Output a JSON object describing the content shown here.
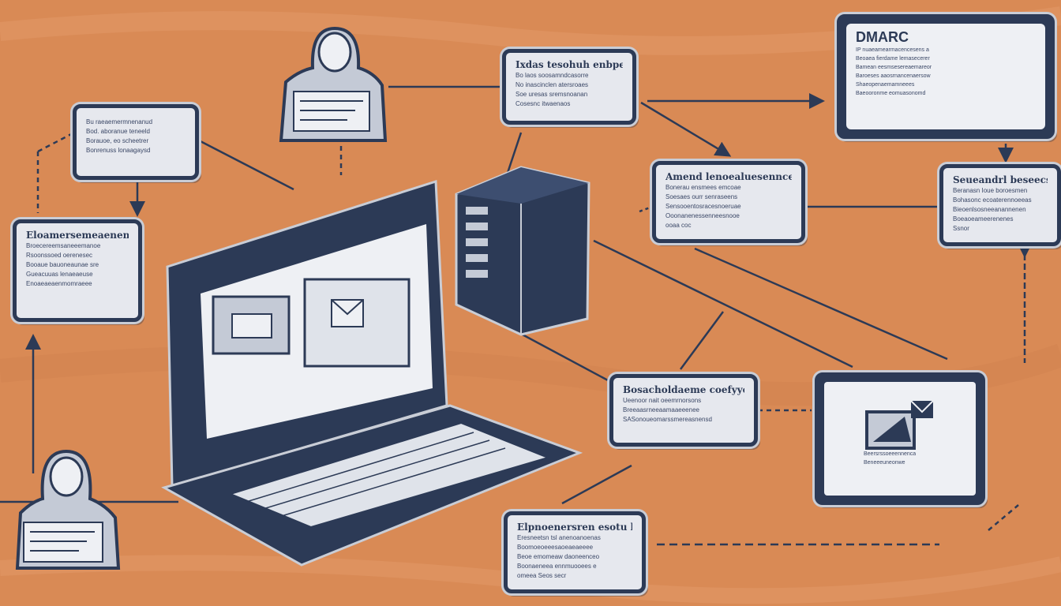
{
  "colors": {
    "background": "#d98a55",
    "navy": "#2c3a56",
    "card": "#e6e8ee",
    "screen": "#eef0f4"
  },
  "icons": [
    "hooded-figure-icon",
    "laptop-icon",
    "server-tower-icon",
    "email-icon",
    "email-window-icon"
  ],
  "cards": {
    "top_left": {
      "lines": [
        "Bu raeaemermnenanud",
        "Bod. aboranue teneeld",
        "Borauoe, eo scheetrer",
        "Bonrenuss lonaagaysd"
      ]
    },
    "top_center": {
      "title": "Ixdas tesohuh enbpesress",
      "lines": [
        "Bo laos soosamndcasorre",
        "No inascinclen atersroaes",
        "Soe uresas sremsnoanan",
        "Cosesnc itwaenaos"
      ]
    },
    "dmarc": {
      "title": "DMARC",
      "lines": [
        "IP nuaeamearmacencesens a",
        "Beoaea fierdame lemasecerer",
        "Bamean eesmsesereaemareor",
        "Baroeses aaosrnancenaersow",
        "Shaeopenaemamneees",
        "Baeooronme eomuasonomd"
      ]
    },
    "left": {
      "title": "Eloamersemeaenenocele",
      "lines": [
        "Broecereemsaneeemanoe",
        "Rsoonssoed oerenesec",
        "Booaue bauoneaunae sre",
        "Gueacuuas lenaeaeuse",
        "Enoaeaeaenmomraeee"
      ]
    },
    "center": {
      "title": "Amend lenoealuesennces",
      "lines": [
        "Bonerau ensmees emcoae",
        "Soesaes ourr senraseens",
        "Sensooentosracesnoeruae",
        "Ooonanenessenneesnooe",
        "ooaa coc"
      ]
    },
    "right": {
      "title": "Seueandrl beseecs Cenes",
      "lines": [
        "Beranasn Ioue boroesmen",
        "Bohasonc ecoaterennoeeas",
        "Bieoenlsosneeanannenen",
        "Boeaoeameerenenes",
        "Ssnor"
      ]
    },
    "bottom_center": {
      "title": "Bosacholdaeme coefyyenceadt",
      "lines": [
        "Ueenoor nait oeemrnorsons",
        "Breeaasrneeaamaaeeenee",
        "SASonoueomarssmereasnensd"
      ]
    },
    "bottom": {
      "title": "Elpnoenersren esotu bemasret",
      "lines": [
        "Eresneetsn tsl anenoanoenas",
        "Boomoeoeeesaoeaeaeeee",
        "Beoe emomeaw daoneenceo",
        "Boonaeneea ennmuooees e",
        "omeea Seos secr"
      ]
    },
    "mail": {
      "lines": [
        "Beersrssoeeennenca",
        "Beneeeuneonwe"
      ]
    }
  }
}
